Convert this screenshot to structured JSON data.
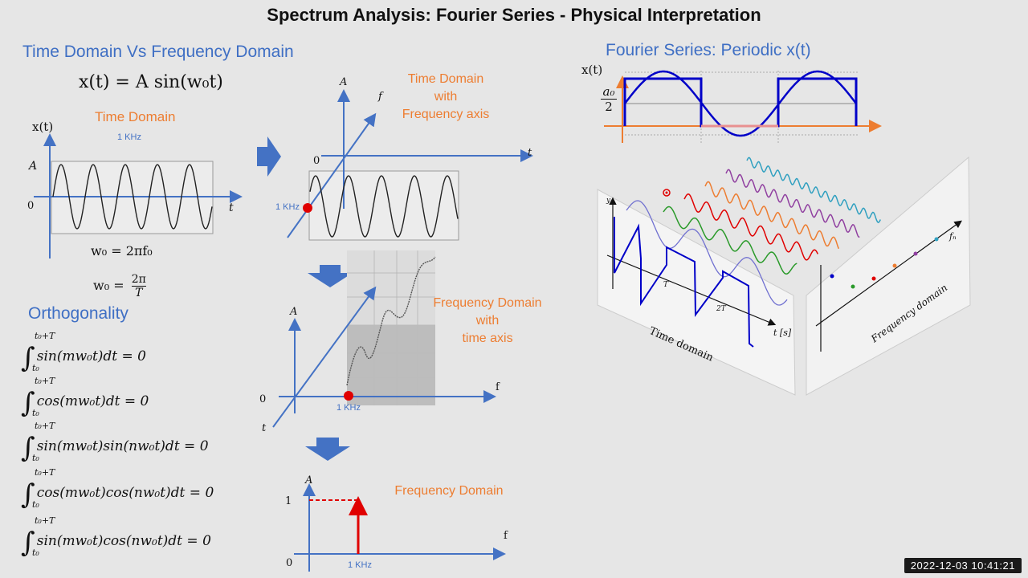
{
  "title": "Spectrum Analysis: Fourier Series - Physical Interpretation",
  "left": {
    "section_time_freq": "Time Domain Vs Frequency Domain",
    "main_eq": "x(t) = A sin(w₀t)",
    "time_domain_label": "Time Domain",
    "freq_1khz": "1 KHz",
    "y_axis": "x(t)",
    "amp": "A",
    "zero": "0",
    "t": "t",
    "w0_eq1": "w₀ = 2πf₀",
    "w0_eq2_lhs": "w₀ =",
    "w0_num": "2π",
    "w0_den": "T",
    "section_orth": "Orthogonality",
    "orth": [
      {
        "body": "sin(mw₀t)dt = 0"
      },
      {
        "body": "cos(mw₀t)dt = 0"
      },
      {
        "body": "sin(mw₀t)sin(nw₀t)dt = 0"
      },
      {
        "body": "cos(mw₀t)cos(nw₀t)dt = 0"
      },
      {
        "body": "sin(mw₀t)cos(nw₀t)dt = 0"
      }
    ],
    "int_upper": "t₀+T",
    "int_lower": "t₀"
  },
  "middle": {
    "td_freq_axis_1": "Time Domain",
    "td_freq_axis_2": "with",
    "td_freq_axis_3": "Frequency axis",
    "fd_time_axis_1": "Frequency Domain",
    "fd_time_axis_2": "with",
    "fd_time_axis_3": "time axis",
    "freq_domain": "Frequency Domain",
    "A": "A",
    "f": "f",
    "t": "t",
    "zero": "0",
    "one": "1",
    "khz": "1 KHz"
  },
  "right": {
    "section_fs": "Fourier Series: Periodic x(t)",
    "x_t": "x(t)",
    "a0": "a₀",
    "two": "2",
    "time_domain": "Time domain",
    "frequency_domain": "Frequency domain",
    "t_s": "t [s]",
    "fn": "fₙ",
    "T": "T",
    "T2": "2T",
    "y": "y"
  },
  "timestamp": "2022-12-03  10:41:21",
  "colors": {
    "blue": "#4472c4",
    "orange": "#ed7d31",
    "red": "#e00000",
    "wave": "#0000c8"
  }
}
